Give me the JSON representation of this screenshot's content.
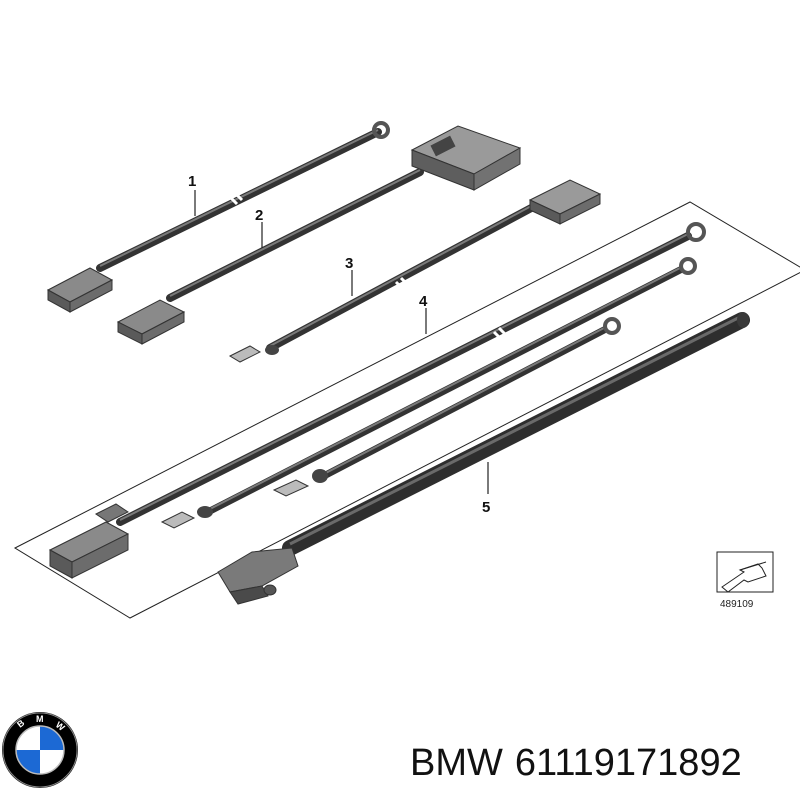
{
  "diagram": {
    "callouts": [
      "1",
      "2",
      "3",
      "4",
      "5"
    ],
    "reference_number": "489109"
  },
  "caption": {
    "brand": "BMW",
    "part_number": "61119171892"
  },
  "logo": {
    "letters": "BMW",
    "colors": {
      "ring": "#000000",
      "blue": "#1c69d4",
      "white": "#ffffff"
    }
  },
  "colors": {
    "cable": "#3a3a3a",
    "connector": "#6e6e6e",
    "line": "#222222"
  }
}
